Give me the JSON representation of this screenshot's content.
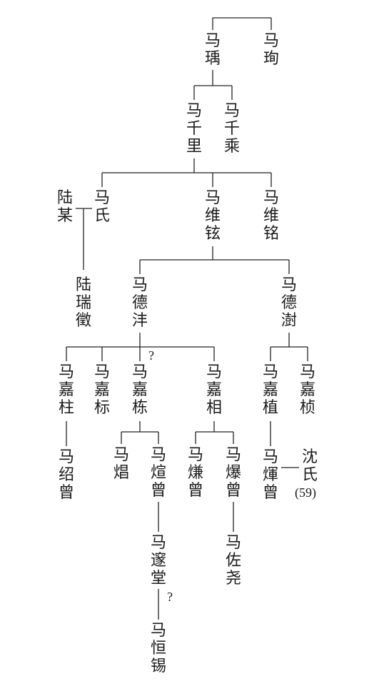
{
  "persons": {
    "ma_yu": "马\n瑀",
    "ma_xun": "马\n珣",
    "ma_qianli": "马\n千\n里",
    "ma_qiancheng": "马\n千\n乘",
    "lu_mou": "陆\n某",
    "ma_shi": "马\n氏",
    "lu_ruihui": "陆\n瑞\n徵",
    "ma_weixuan": "马\n维\n铉",
    "ma_weiming": "马\n维\n铭",
    "ma_defeng": "马\n德\n沣",
    "ma_dexie": "马\n德\n澍",
    "ma_jiazhu": "马\n嘉\n柱",
    "ma_jiabiao": "马\n嘉\n标",
    "ma_jiadong": "马\n嘉\n栋",
    "ma_jiaxiang": "马\n嘉\n相",
    "ma_jiazhi": "马\n嘉\n植",
    "ma_jiazhen": "马\n嘉\n桢",
    "ma_shaozeng": "马\n绍\n曾",
    "ma_chang": "马\n焻",
    "ma_xuanzeng": "马\n煊\n曾",
    "ma_lianzeng": "马\n熑\n曾",
    "ma_bozeng": "马\n爆\n曾",
    "ma_huizeng": "马\n煇\n曾",
    "shen_shi": "沈\n氏",
    "ma_suitang": "马\n邃\n堂",
    "ma_zuoyao": "马\n佐\n尧",
    "ma_hengxi": "马\n恒\n锡"
  },
  "annotations": {
    "shen_age": "(59)",
    "uncertain_1": "?",
    "uncertain_2": "?"
  }
}
